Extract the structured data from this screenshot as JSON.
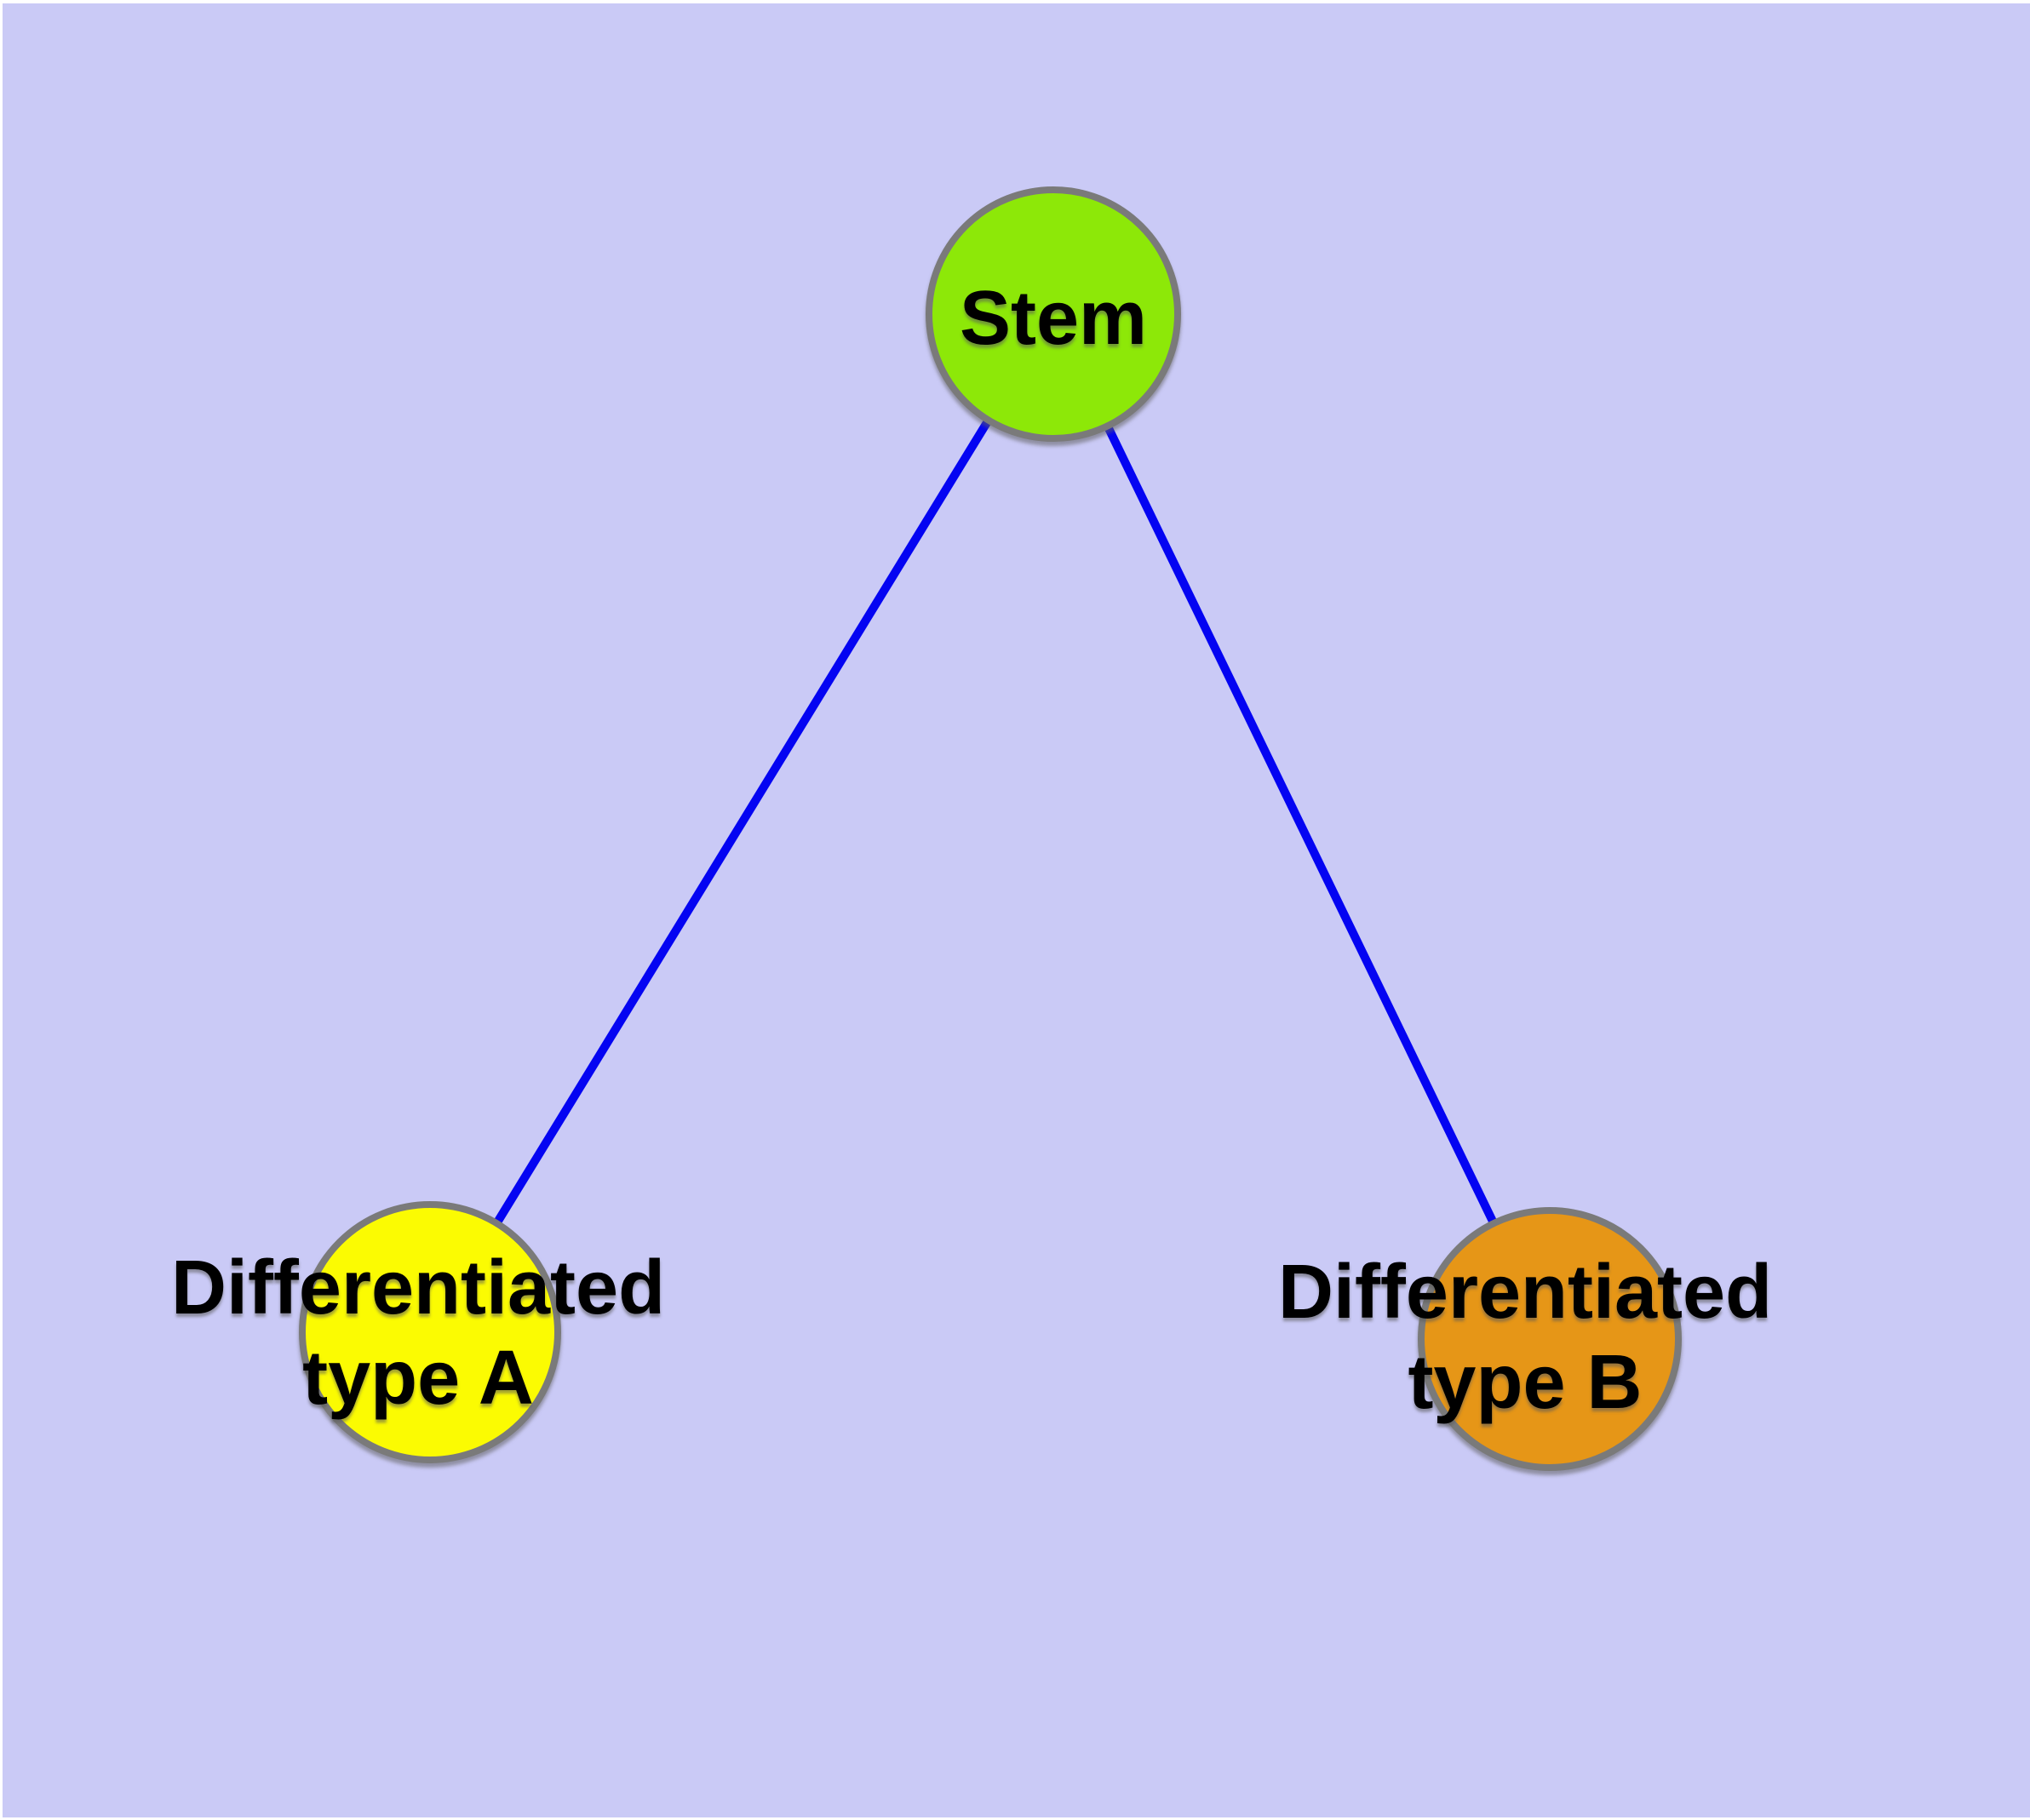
{
  "diagram": {
    "type": "node-link-graph",
    "background_color": "#CACAF6",
    "frame_color": "#FFFFFF",
    "edge_color": "#0404F2",
    "node_border_color": "#7A7A7A",
    "label_color": "#000000",
    "nodes": [
      {
        "id": "stem",
        "label": "Stem",
        "line1": "Stem",
        "line2": "",
        "fill": "#8DE808"
      },
      {
        "id": "differentiated-type-a",
        "label": "Differentiated type A",
        "line1": "Differentiated",
        "line2": "type A",
        "fill": "#FBFB02"
      },
      {
        "id": "differentiated-type-b",
        "label": "Differentiated type B",
        "line1": "Differentiated",
        "line2": "type B",
        "fill": "#E69617"
      }
    ],
    "edges": [
      {
        "from": "Stem",
        "to": "Differentiated type A"
      },
      {
        "from": "Stem",
        "to": "Differentiated type B"
      }
    ]
  }
}
